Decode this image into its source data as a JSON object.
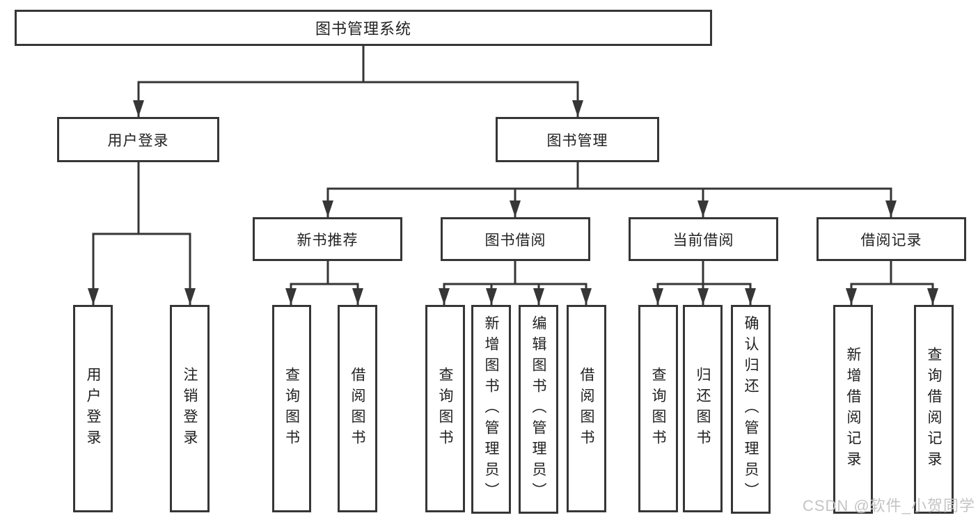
{
  "diagram_type": "hierarchy-tree",
  "watermark": {
    "text": "CSDN @软件_小贺同学"
  },
  "colors": {
    "line": "#363636",
    "box_border": "#363636",
    "box_fill": "#ffffff",
    "text": "#212121",
    "watermark": "#c4c4c4",
    "background": "#ffffff"
  },
  "nodes": {
    "root": {
      "label": "图书管理系统"
    },
    "level2": [
      {
        "label": "用户登录"
      },
      {
        "label": "图书管理"
      }
    ],
    "level3": [
      {
        "label": "新书推荐",
        "parent": "图书管理"
      },
      {
        "label": "图书借阅",
        "parent": "图书管理"
      },
      {
        "label": "当前借阅",
        "parent": "图书管理"
      },
      {
        "label": "借阅记录",
        "parent": "图书管理"
      }
    ],
    "leaves": [
      {
        "label": "用户登录",
        "parent": "用户登录"
      },
      {
        "label": "注销登录",
        "parent": "用户登录"
      },
      {
        "label": "查询图书",
        "parent": "新书推荐"
      },
      {
        "label": "借阅图书",
        "parent": "新书推荐"
      },
      {
        "label": "查询图书",
        "parent": "图书借阅"
      },
      {
        "label": "新增图书（管理员）",
        "parent": "图书借阅"
      },
      {
        "label": "编辑图书（管理员）",
        "parent": "图书借阅"
      },
      {
        "label": "借阅图书",
        "parent": "图书借阅"
      },
      {
        "label": "查询图书",
        "parent": "当前借阅"
      },
      {
        "label": "归还图书",
        "parent": "当前借阅"
      },
      {
        "label": "确认归还（管理员）",
        "parent": "当前借阅"
      },
      {
        "label": "新增借阅记录",
        "parent": "借阅记录"
      },
      {
        "label": "查询借阅记录",
        "parent": "借阅记录"
      }
    ]
  }
}
